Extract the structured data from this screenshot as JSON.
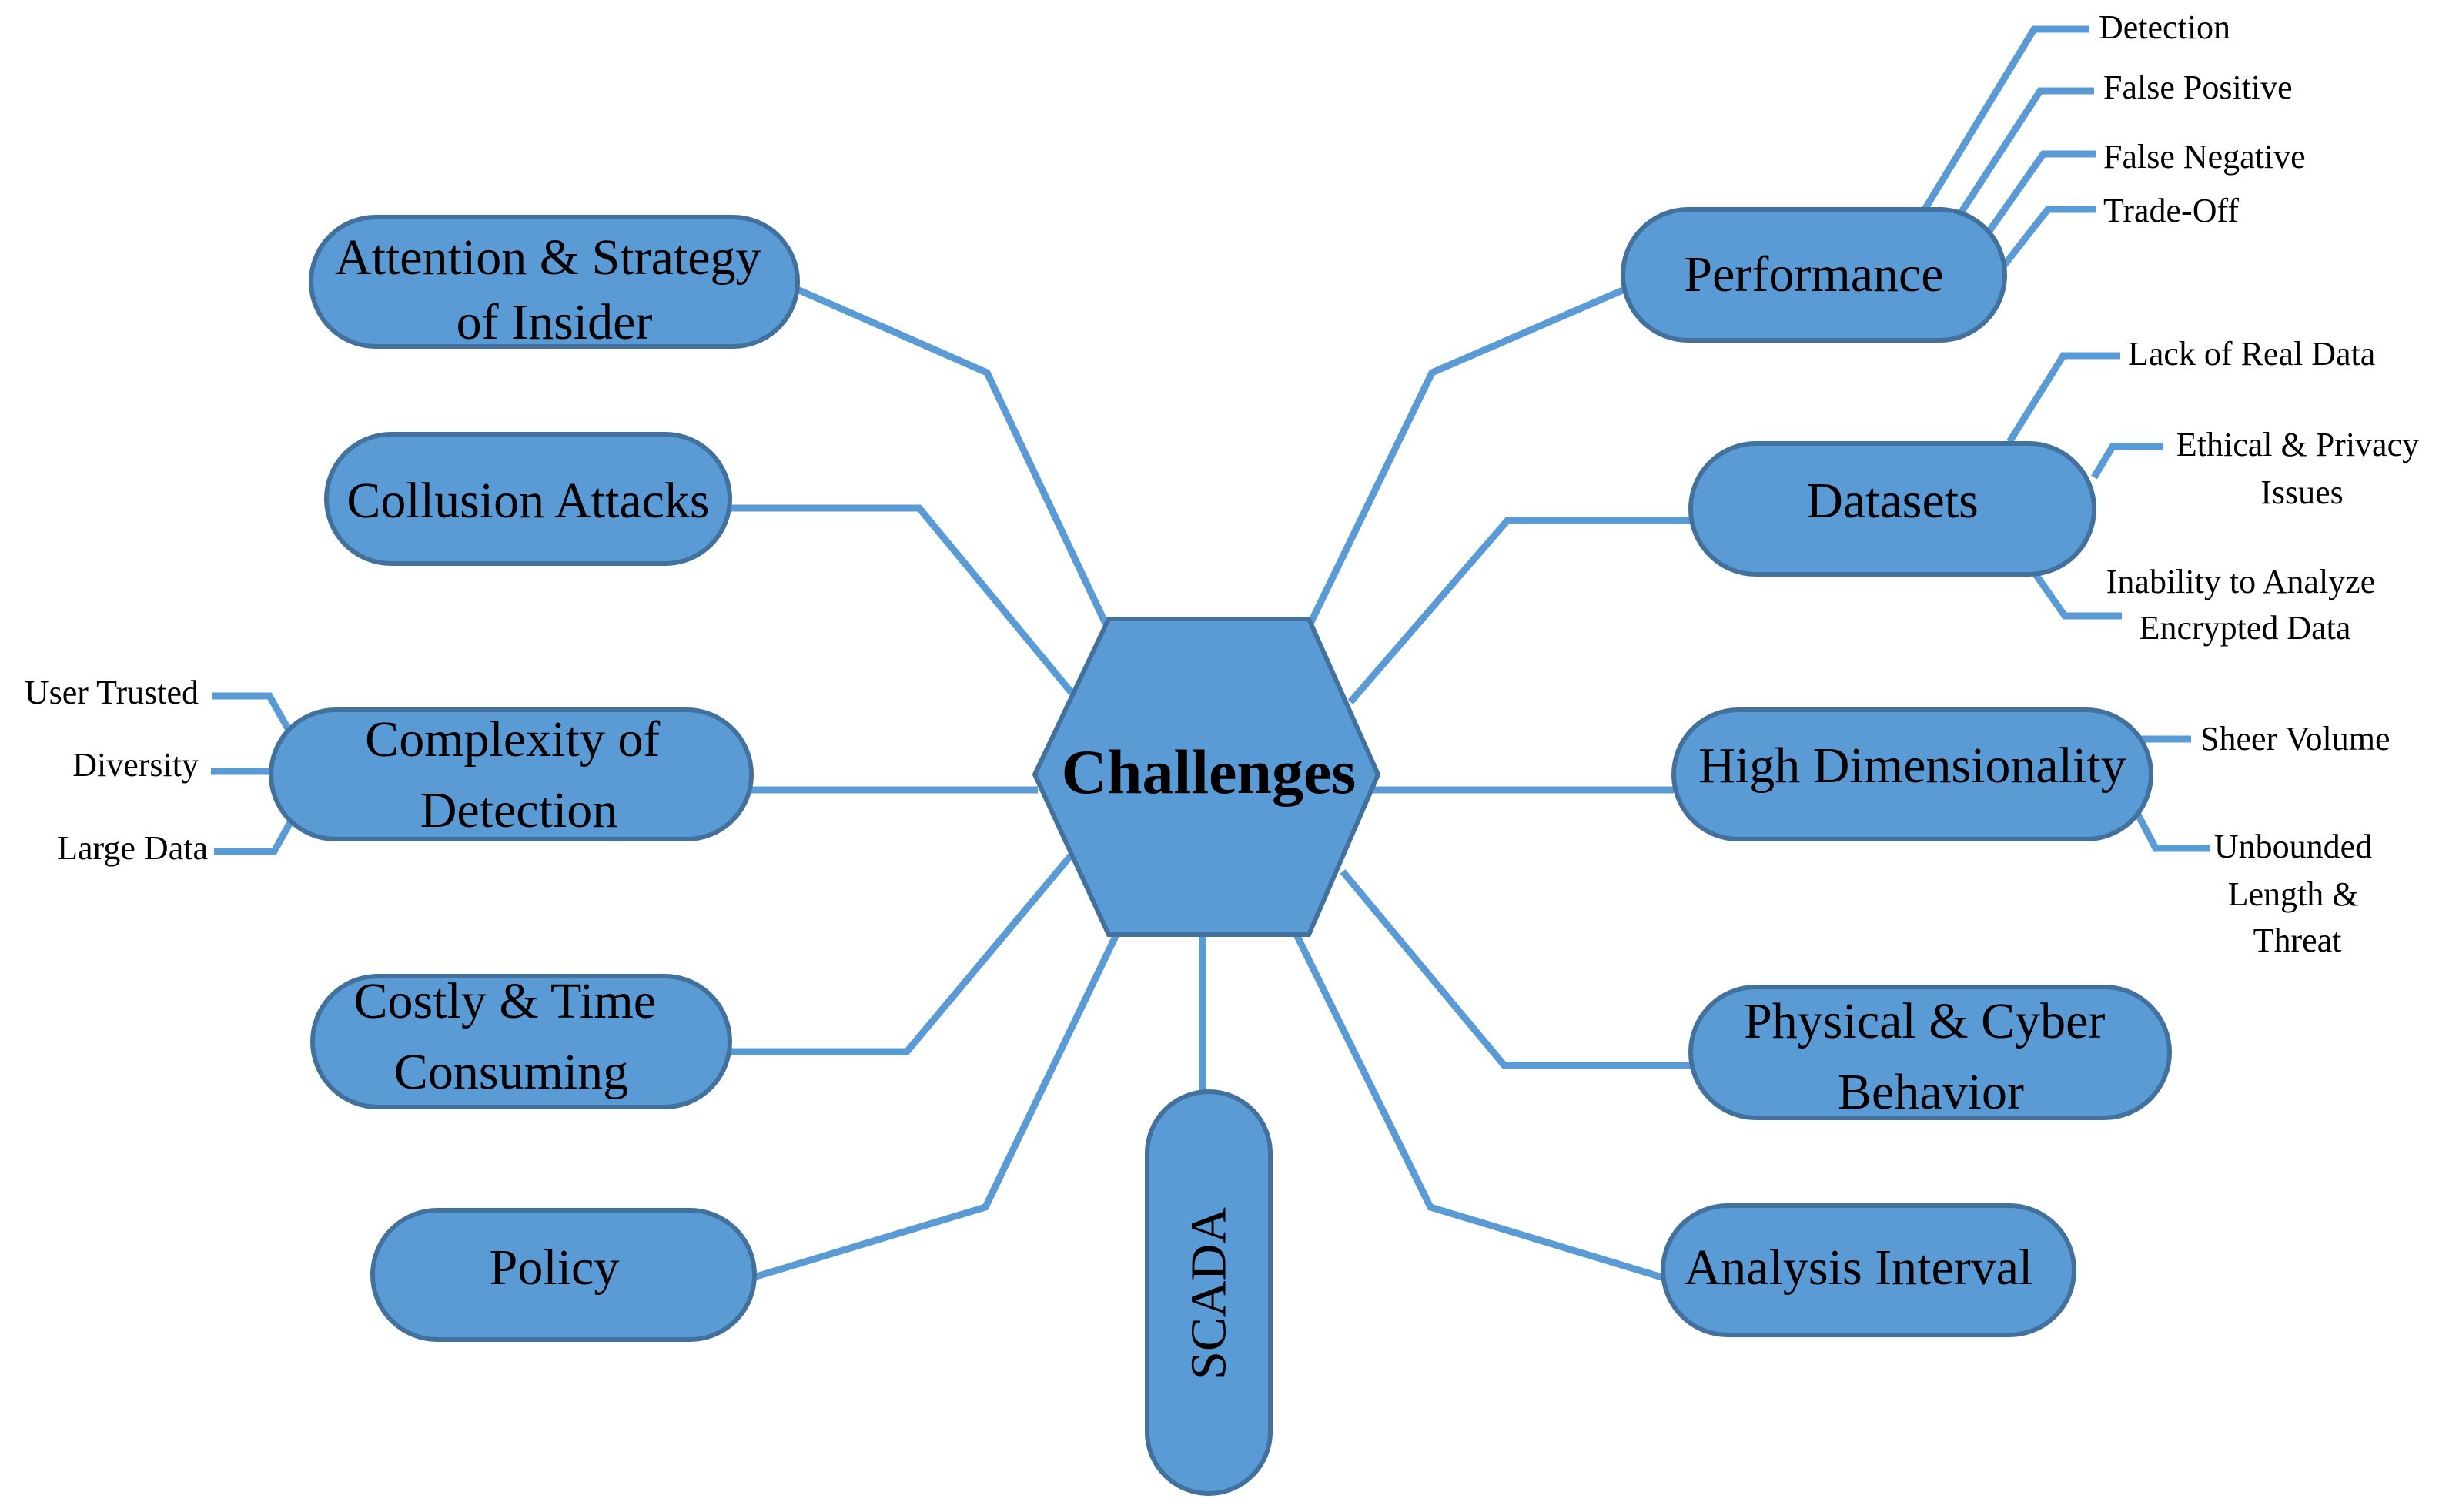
{
  "center": "Challenges",
  "nodes": {
    "attention": [
      "Attention & Strategy",
      "of Insider"
    ],
    "collusion": "Collusion Attacks",
    "complexity": [
      "Complexity of",
      "Detection"
    ],
    "costly": [
      "Costly & Time",
      "Consuming"
    ],
    "policy": "Policy",
    "scada": "SCADA",
    "performance": "Performance",
    "datasets": "Datasets",
    "high_dim": "High Dimensionality",
    "physical": [
      "Physical & Cyber",
      "Behavior"
    ],
    "analysis": "Analysis Interval"
  },
  "sub": {
    "performance": [
      "Detection",
      "False Positive",
      "False Negative",
      "Trade-Off"
    ],
    "datasets": {
      "lack": "Lack of Real Data",
      "ethical": [
        "Ethical & Privacy",
        "Issues"
      ],
      "inability": [
        "Inability to Analyze",
        "Encrypted Data"
      ]
    },
    "high_dim": {
      "sheer": "Sheer Volume",
      "unbounded": [
        "Unbounded",
        "Length &",
        "Threat"
      ]
    },
    "complexity": [
      "User Trusted",
      "Diversity",
      "Large Data"
    ]
  },
  "colors": {
    "node_fill": "#5b9bd5",
    "node_border": "#41719c",
    "connector": "#5b9bd5"
  }
}
